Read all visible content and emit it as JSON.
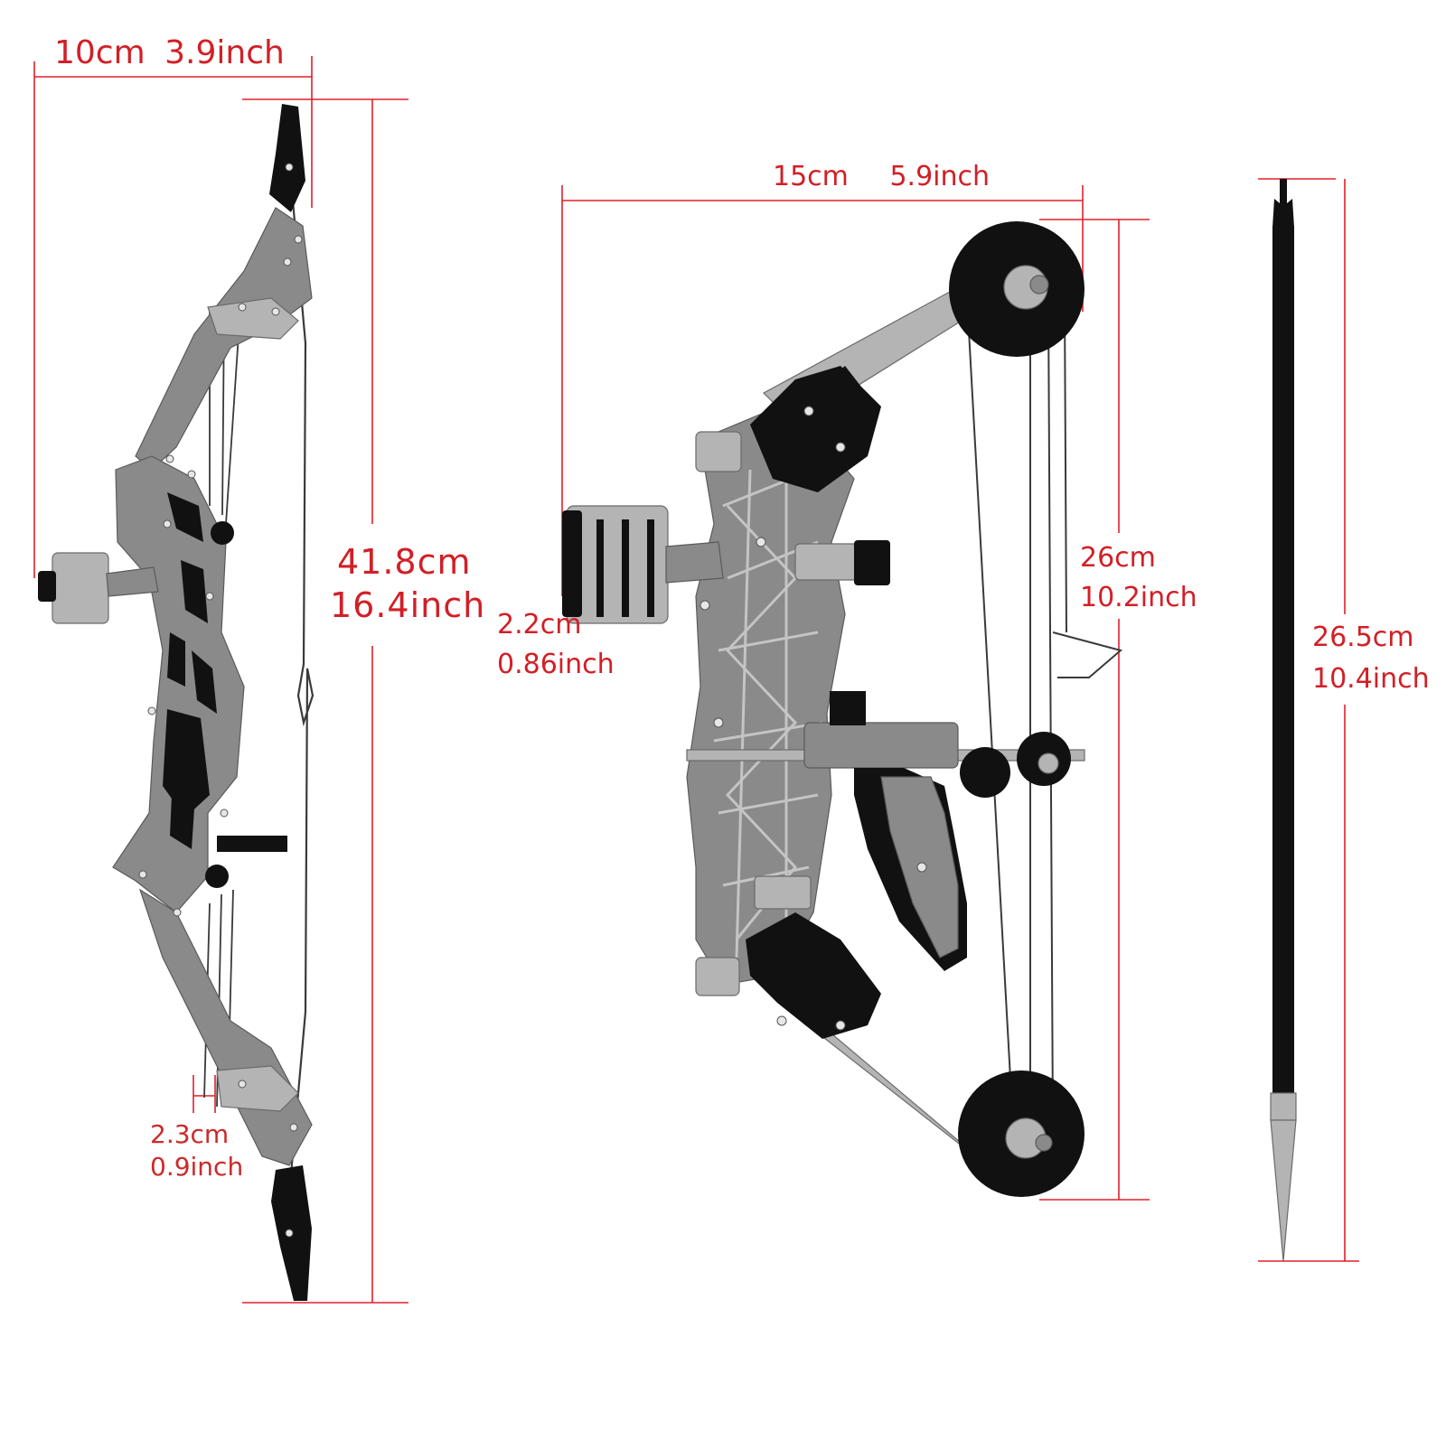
{
  "measurements": {
    "recurve_width": {
      "cm": "10cm",
      "inch": "3.9inch"
    },
    "recurve_height": {
      "cm": "41.8cm",
      "inch": "16.4inch"
    },
    "recurve_limb": {
      "cm": "2.3cm",
      "inch": "0.9inch"
    },
    "compound_width": {
      "cm": "15cm",
      "inch": "5.9inch"
    },
    "compound_height": {
      "cm": "26cm",
      "inch": "10.2inch"
    },
    "compound_thick": {
      "cm": "2.2cm",
      "inch": "0.86inch"
    },
    "arrow_length": {
      "cm": "26.5cm",
      "inch": "10.4inch"
    }
  },
  "colors": {
    "dimension_line": "#e0202a",
    "dimension_text": "#d21f26",
    "note_text": "#cc2a2a",
    "metal": "#8a8a8a",
    "metal_light": "#b4b4b4",
    "black_part": "#111111",
    "string": "#3a3a3a"
  }
}
